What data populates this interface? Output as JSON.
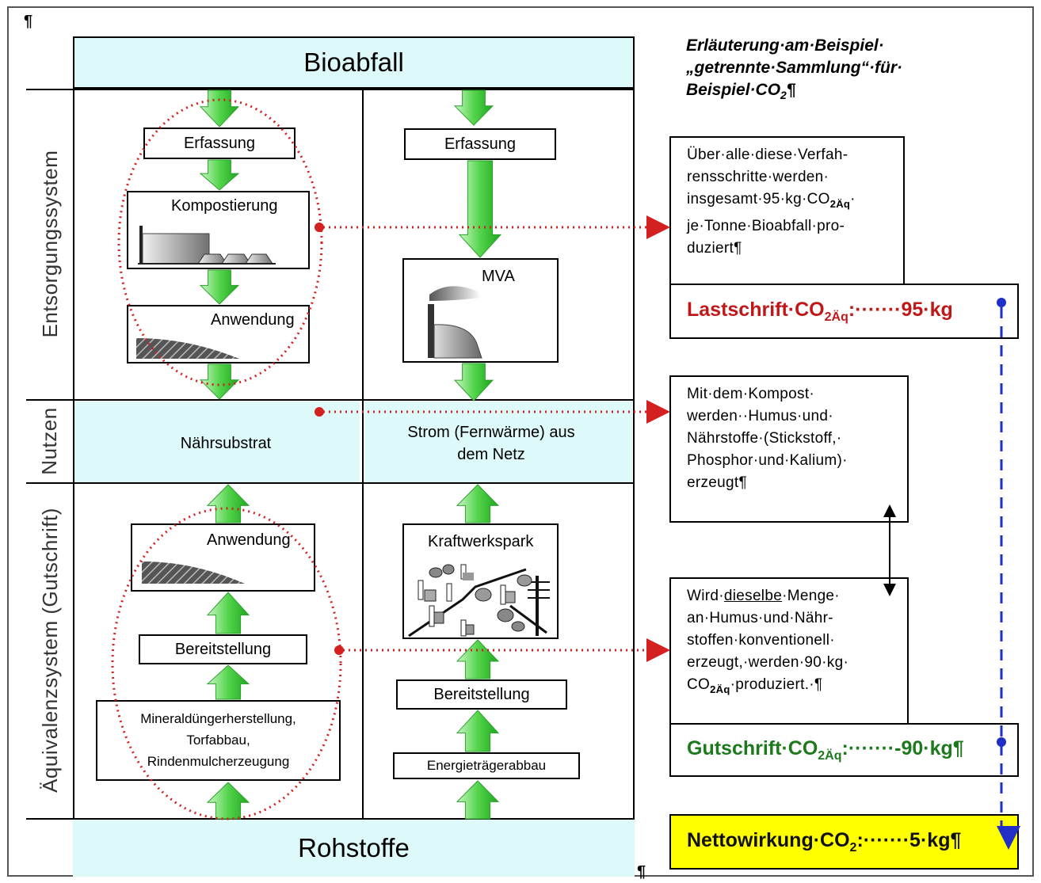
{
  "pilcrow": "¶",
  "top_banner": {
    "title": "Bioabfall"
  },
  "bottom_banner": {
    "title": "Rohstoffe"
  },
  "side_labels": {
    "entsorgung": "Entsorgungssystem",
    "nutzen": "Nutzen",
    "aequivalenz": "Äquivalenzsystem (Gutschrift)"
  },
  "left_column": {
    "erfassung": "Erfassung",
    "kompostierung": "Kompostierung",
    "anwendung_top": "Anwendung",
    "nutzen": "Nährsubstrat",
    "anwendung_bottom": "Anwendung",
    "bereitstellung": "Bereitstellung",
    "mineral_lines": [
      "Mineraldüngerherstellung,",
      "Torfabbau,",
      "Rindenmulcherzeugung"
    ]
  },
  "right_column": {
    "erfassung": "Erfassung",
    "mva": "MVA",
    "nutzen_lines": [
      "Strom (Fernwärme) aus",
      "dem Netz"
    ],
    "kraftwerkspark": "Kraftwerkspark",
    "bereitstellung": "Bereitstellung",
    "energie": "Energieträgerabbau"
  },
  "explanation": {
    "heading_lines": [
      "Erläuterung·am·Beispiel·",
      "„getrennte·Sammlung“·für·"
    ],
    "heading_line3": "Beispiel·CO",
    "heading_line3_sub": "2",
    "heading_line3_end": "¶"
  },
  "note1": {
    "line1": "Über·alle·diese·Verfah-",
    "line2": "rensschritte·werden·",
    "line3": "insgesamt·95·kg·CO",
    "line3_sub": "2Äq",
    "line3_end": "·",
    "line4": "je·Tonne·Bioabfall·pro-",
    "line5": "duziert¶"
  },
  "lastschrift": {
    "pre": "Lastschrift·CO",
    "sub": "2Äq",
    "post": ":·······95·kg",
    "color": "#c01818"
  },
  "note2": {
    "lines": [
      "Mit·dem·Kompost·",
      "werden··Humus·und·",
      "Nährstoffe·(Stickstoff,·",
      "Phosphor·und·Kalium)·",
      "erzeugt¶"
    ]
  },
  "note3": {
    "l1_pre": "Wird·",
    "l1_u": "dieselbe",
    "l1_post": "·Menge·",
    "line2": "an·Humus·und·Nähr-",
    "line3": "stoffen·konventionell·",
    "line4": "erzeugt,·werden·90·kg·",
    "line5_pre": "CO",
    "line5_sub": "2Äq",
    "line5_post": "·produziert.·¶"
  },
  "gutschrift": {
    "pre": "Gutschrift·CO",
    "sub": "2Äq",
    "post": ":·······-90·kg¶",
    "color": "#1c7a1c"
  },
  "netto": {
    "pre": "Nettowirkung·CO",
    "sub": "2",
    "post": ":·······5·kg¶",
    "bg": "#ffff00"
  },
  "colors": {
    "arrow_light": "#c9f7c4",
    "arrow_dark": "#2ebd2e",
    "dotted": "#d42020",
    "dashed": "#1f2fc8"
  }
}
